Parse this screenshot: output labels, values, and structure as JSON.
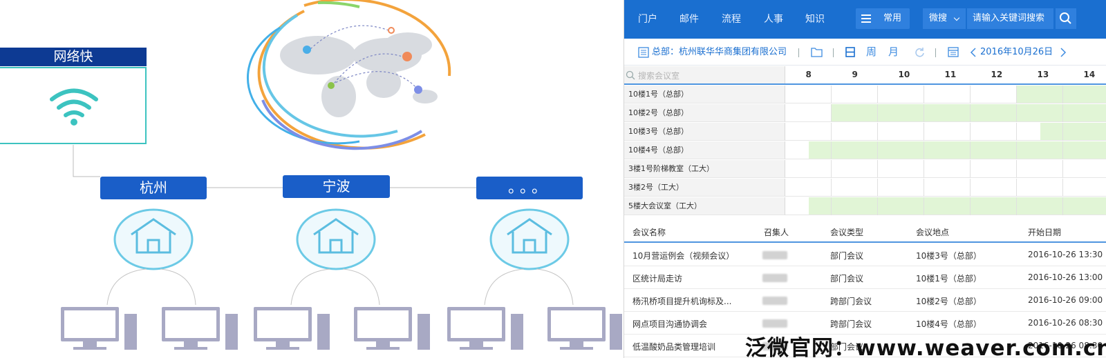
{
  "illustration": {
    "network_label": "网络快",
    "cities": [
      {
        "label": "杭州"
      },
      {
        "label": "宁波"
      },
      {
        "label": "。。。"
      }
    ],
    "colors": {
      "banner": "#0d3a93",
      "city": "#1a5ec8",
      "wifi": "#3cc3c0",
      "house": "#6ccae6",
      "computer": "#a8a9c4"
    }
  },
  "topnav": {
    "items": [
      "门户",
      "邮件",
      "流程",
      "人事",
      "知识"
    ],
    "common_label": "常用",
    "search_mode": "微搜",
    "search_placeholder": "请输入关键词搜索",
    "bg_color": "#1a6fd0"
  },
  "toolbar": {
    "org": "总部：杭州联华华商集团有限公司",
    "view_day": "日",
    "view_week": "周",
    "view_month": "月",
    "date": "2016年10月26日"
  },
  "schedule": {
    "room_search_placeholder": "搜索会议室",
    "hours": [
      "8",
      "9",
      "10",
      "11",
      "12",
      "13",
      "14"
    ],
    "rooms": [
      {
        "name": "10楼1号（总部）",
        "booked_from": 13.0
      },
      {
        "name": "10楼2号（总部）",
        "booked_from": 9.0
      },
      {
        "name": "10楼3号（总部）",
        "booked_from": 13.5
      },
      {
        "name": "10楼4号（总部）",
        "booked_from": 8.5
      },
      {
        "name": "3楼1号阶梯教室（工大）",
        "booked_from": null
      },
      {
        "name": "3楼2号（工大）",
        "booked_from": null
      },
      {
        "name": "5楼大会议室（工大）",
        "booked_from": 8.5
      }
    ],
    "booked_color": "#e1f5d6"
  },
  "meetings": {
    "headers": [
      "会议名称",
      "召集人",
      "会议类型",
      "会议地点",
      "开始日期"
    ],
    "rows": [
      {
        "name": "10月营运例会（视频会议）",
        "type": "部门会议",
        "place": "10楼3号（总部）",
        "start": "2016-10-26 13:30"
      },
      {
        "name": "区统计局走访",
        "type": "部门会议",
        "place": "10楼1号（总部）",
        "start": "2016-10-26 13:00"
      },
      {
        "name": "杨汛桥项目提升机询标及...",
        "type": "跨部门会议",
        "place": "10楼2号（总部）",
        "start": "2016-10-26 09:00"
      },
      {
        "name": "网点项目沟通协调会",
        "type": "跨部门会议",
        "place": "10楼4号（总部）",
        "start": "2016-10-26 08:30"
      },
      {
        "name": "低温酸奶品类管理培训",
        "type": "部门会议",
        "place": "",
        "start": "2016-10-26 08:30"
      }
    ]
  },
  "watermark": "泛微官网：www.weaver.com.cn"
}
